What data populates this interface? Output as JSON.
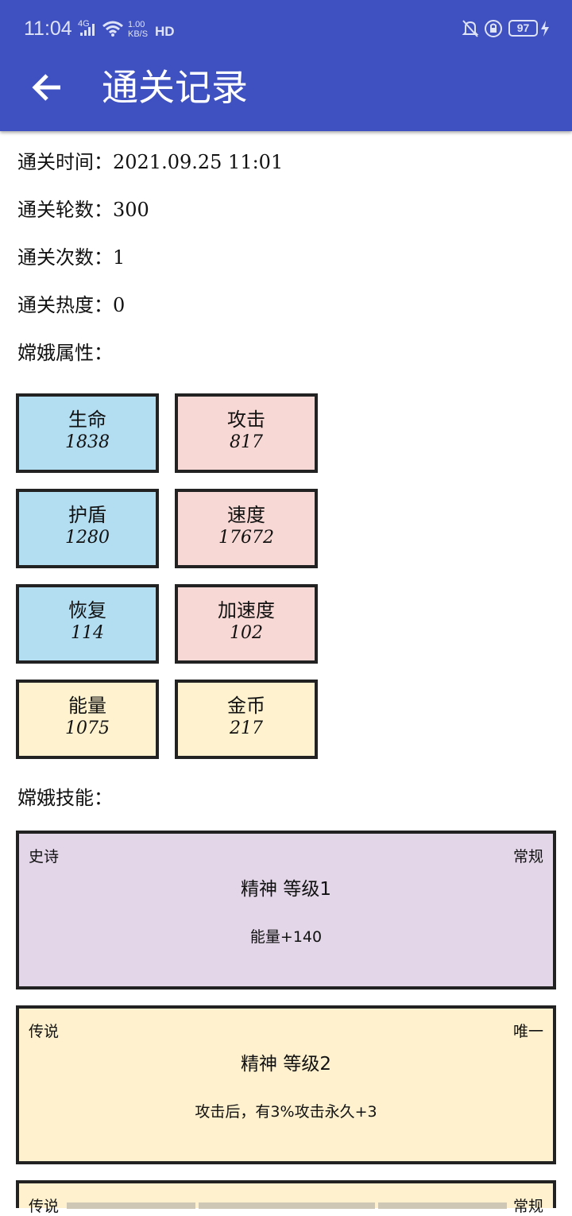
{
  "status_bar": {
    "time": "11:04",
    "network": "4G",
    "speed_value": "1.00",
    "speed_unit": "KB/S",
    "hd": "HD",
    "battery": "97",
    "icons": [
      "signal-icon",
      "wifi-icon",
      "bell-muted-icon",
      "lock-icon",
      "charging-icon"
    ]
  },
  "header": {
    "title": "通关记录",
    "back_icon": "arrow-left-icon",
    "bar_color": "#3f51c0"
  },
  "info": {
    "time_label": "通关时间：",
    "time_value": "2021.09.25 11:01",
    "rounds_label": "通关轮数：",
    "rounds_value": "300",
    "count_label": "通关次数：",
    "count_value": "1",
    "heat_label": "通关热度：",
    "heat_value": "0",
    "attributes_title": "嫦娥属性：",
    "skills_title": "嫦娥技能："
  },
  "attributes": [
    {
      "label": "生命",
      "value": "1838",
      "color": "#b3def2"
    },
    {
      "label": "攻击",
      "value": "817",
      "color": "#f8d8d4"
    },
    {
      "label": "护盾",
      "value": "1280",
      "color": "#b3def2"
    },
    {
      "label": "速度",
      "value": "17672",
      "color": "#f8d8d4"
    },
    {
      "label": "恢复",
      "value": "114",
      "color": "#b3def2"
    },
    {
      "label": "加速度",
      "value": "102",
      "color": "#f8d8d4"
    },
    {
      "label": "能量",
      "value": "1075",
      "color": "#fff2ce"
    },
    {
      "label": "金币",
      "value": "217",
      "color": "#fff2ce"
    }
  ],
  "skills": [
    {
      "rarity": "史诗",
      "kind": "常规",
      "name": "精神 等级1",
      "desc": "能量+140",
      "color": "#e2d6e8"
    },
    {
      "rarity": "传说",
      "kind": "唯一",
      "name": "精神 等级2",
      "desc": "攻击后，有3%攻击永久+3",
      "color": "#fff1cd"
    },
    {
      "rarity": "传说",
      "kind": "常规",
      "color": "#fff1cd"
    }
  ]
}
